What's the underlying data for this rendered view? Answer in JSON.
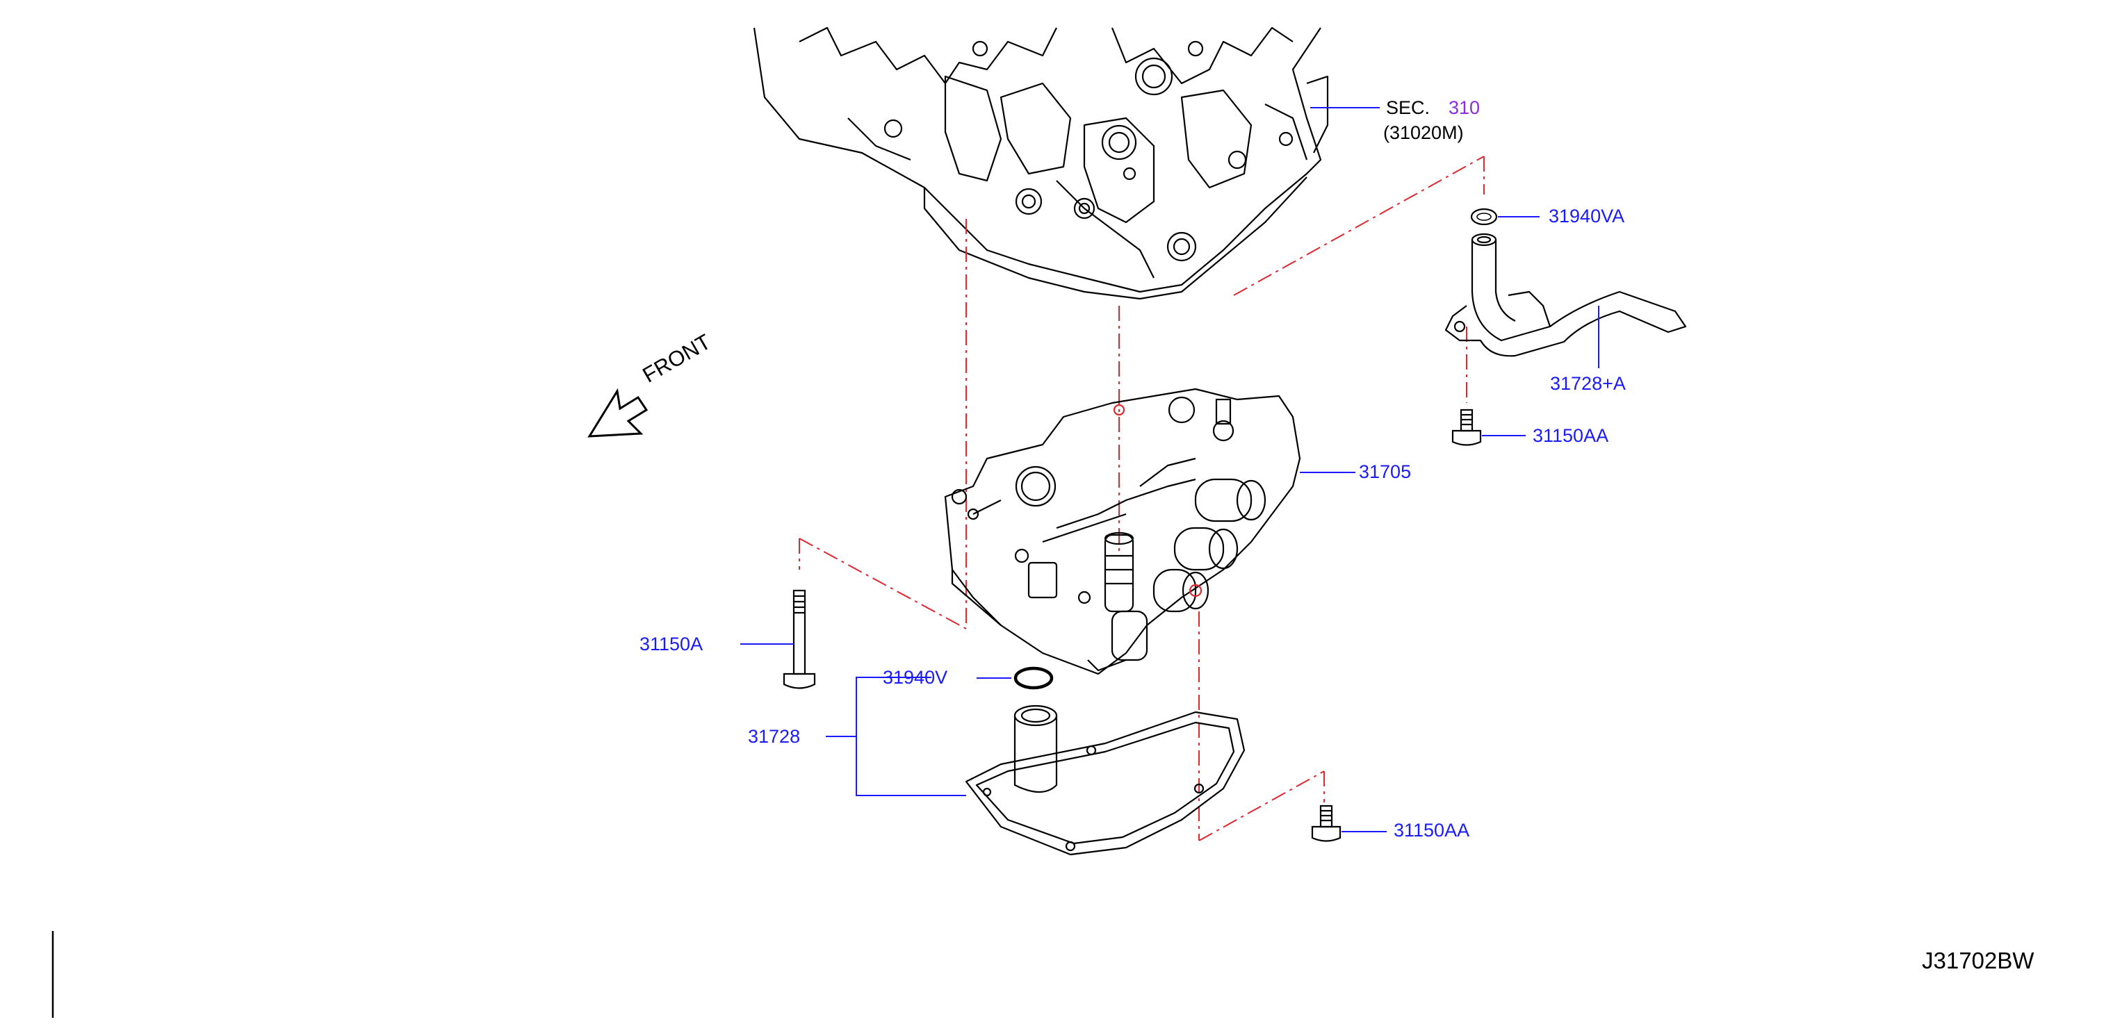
{
  "diagram": {
    "colors": {
      "callout_line": "#1a1aff",
      "callout_text": "#1a1aff",
      "phantom_line": "#e0262f",
      "section_ref": "#8a2be2",
      "line_art": "#000000"
    },
    "section_ref": {
      "prefix": "SEC.",
      "number": "310",
      "part": "(31020M)"
    },
    "front_indicator": {
      "label": "FRONT",
      "icon": "front-arrow-icon"
    },
    "parts": [
      {
        "id": "valve-cover-hose-seal",
        "label": "31940VA"
      },
      {
        "id": "oil-hose-with-bracket",
        "label": "31728+A"
      },
      {
        "id": "bolt-upper",
        "label": "31150AA"
      },
      {
        "id": "control-valve-assembly",
        "label": "31705"
      },
      {
        "id": "bolt-long",
        "label": "31150A"
      },
      {
        "id": "oring-strainer",
        "label": "31940V"
      },
      {
        "id": "oil-strainer",
        "label": "31728"
      },
      {
        "id": "bolt-lower",
        "label": "31150AA"
      }
    ],
    "diagram_id": "J31702BW"
  }
}
